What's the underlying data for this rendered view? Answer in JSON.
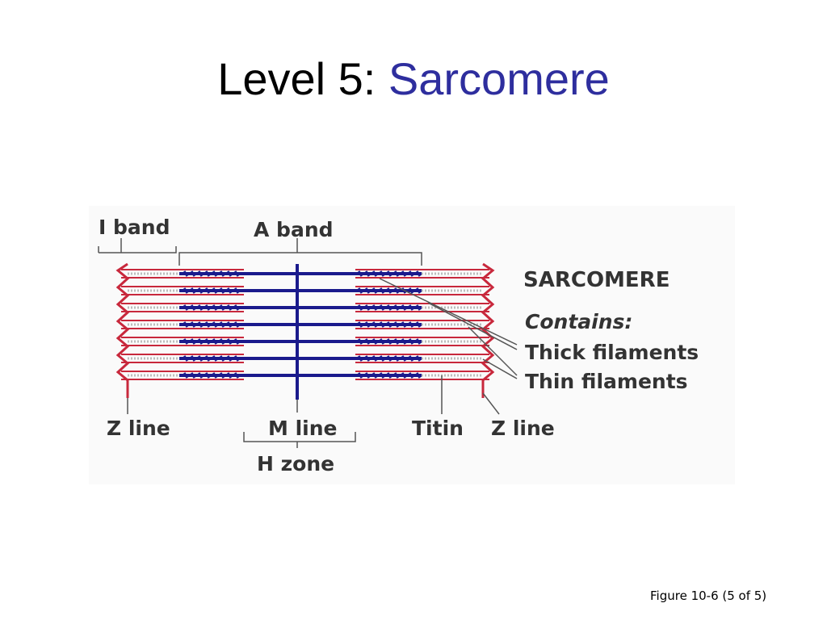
{
  "slide": {
    "title_prefix": "Level 5: ",
    "title_accent": "Sarcomere",
    "caption": "Figure 10-6 (5 of 5)"
  },
  "diagram": {
    "labels": {
      "i_band": "I band",
      "a_band": "A band",
      "sarcomere": "SARCOMERE",
      "contains": "Contains:",
      "thick_filaments": "Thick filaments",
      "thin_filaments": "Thin filaments",
      "z_line_left": "Z line",
      "m_line": "M line",
      "titin": "Titin",
      "z_line_right": "Z line",
      "h_zone": "H zone"
    },
    "colors": {
      "title_accent": "#2e2e9e",
      "thick_filament": "#1a1a8c",
      "thin_filament": "#c8283c",
      "titin": "#bdbdbd",
      "label_text": "#333333"
    }
  }
}
